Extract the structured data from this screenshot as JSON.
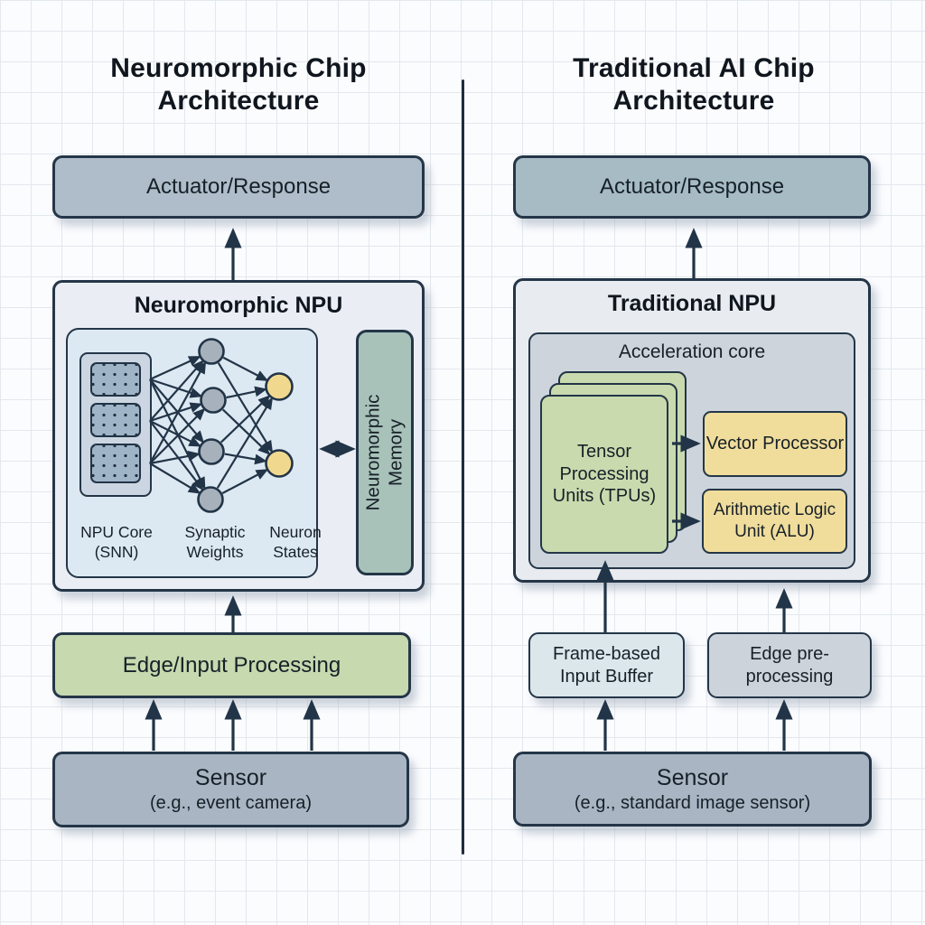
{
  "left": {
    "title": "Neuromorphic Chip Architecture",
    "actuator_label": "Actuator/Response",
    "npu_title": "Neuromorphic NPU",
    "core_labels": {
      "npu_core": "NPU Core (SNN)",
      "synaptic": "Synaptic Weights",
      "neuron": "Neuron States"
    },
    "memory_label": "Neuromorphic Memory",
    "edge_label": "Edge/Input Processing",
    "sensor_title": "Sensor",
    "sensor_subtitle": "(e.g., event camera)"
  },
  "right": {
    "title": "Traditional AI Chip Architecture",
    "actuator_label": "Actuator/Response",
    "npu_title": "Traditional NPU",
    "accel_core_label": "Acceleration core",
    "tpu_label": "Tensor Processing Units (TPUs)",
    "vector_label": "Vector Processor",
    "alu_label": "Arithmetic Logic Unit (ALU)",
    "frame_buffer_label": "Frame-based Input Buffer",
    "edge_pre_label": "Edge pre-processing",
    "sensor_title": "Sensor",
    "sensor_subtitle": "(e.g., standard image sensor)"
  },
  "colors": {
    "outline": "#243648",
    "gray_blue_fill": "#aebdc9",
    "panel_fill": "#eaeef4",
    "inner_core_fill": "#dde9f2",
    "memory_fill": "#a8c2b9",
    "green_fill": "#c6d9af",
    "sensor_fill": "#a9b5c3",
    "acceleration_fill": "#cdd4dc",
    "tpu_fill": "#c9daae",
    "yellow_fill": "#f0dd9c",
    "frame_buffer_fill": "#dbe7eb",
    "edge_pre_fill": "#cdd3db",
    "neuron_gray": "#a7b1bc",
    "neuron_yellow": "#f0d98e"
  }
}
